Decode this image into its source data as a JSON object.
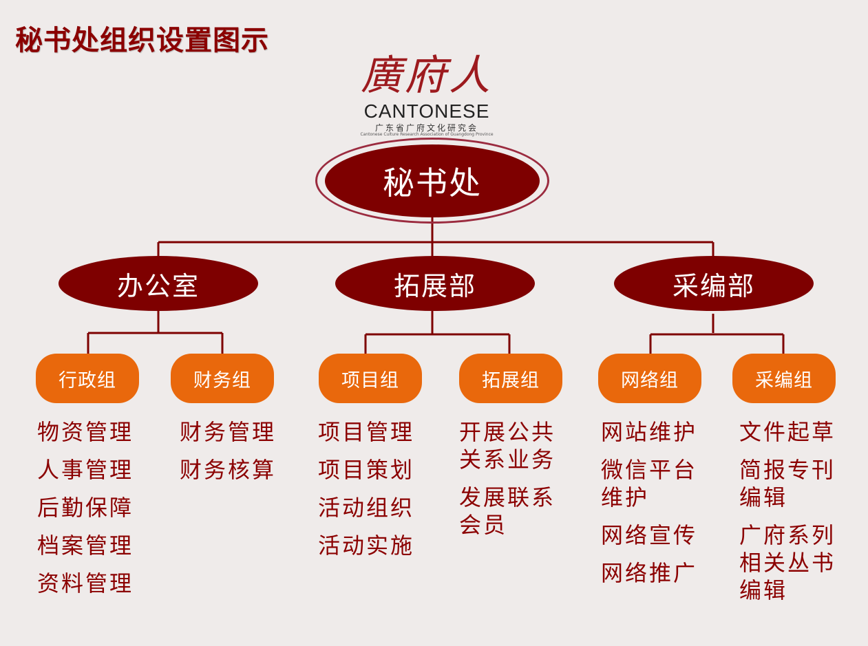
{
  "title": "秘书处组织设置图示",
  "logo": {
    "script_text": "廣府人",
    "latin": "CANTONESE",
    "sub": "广东省广府文化研究会",
    "tiny": "Cantonese Culture Research Association of Guangdong Province"
  },
  "colors": {
    "dark_red": "#7e0000",
    "orange": "#e9680c",
    "text_red": "#8b0000",
    "background": "#efebea"
  },
  "root": "秘书处",
  "departments": [
    {
      "name": "办公室",
      "groups": [
        {
          "name": "行政组",
          "tasks": [
            "物资管理",
            "人事管理",
            "后勤保障",
            "档案管理",
            "资料管理"
          ]
        },
        {
          "name": "财务组",
          "tasks": [
            "财务管理",
            "财务核算"
          ]
        }
      ]
    },
    {
      "name": "拓展部",
      "groups": [
        {
          "name": "项目组",
          "tasks": [
            "项目管理",
            "项目策划",
            "活动组织",
            "活动实施"
          ]
        },
        {
          "name": "拓展组",
          "tasks": [
            "开展公共关系业务",
            "发展联系会员"
          ]
        }
      ]
    },
    {
      "name": "采编部",
      "groups": [
        {
          "name": "网络组",
          "tasks": [
            "网站维护",
            "微信平台维护",
            "网络宣传",
            "网络推广"
          ]
        },
        {
          "name": "采编组",
          "tasks": [
            "文件起草",
            "简报专刊编辑",
            "广府系列相关丛书编辑"
          ]
        }
      ]
    }
  ]
}
